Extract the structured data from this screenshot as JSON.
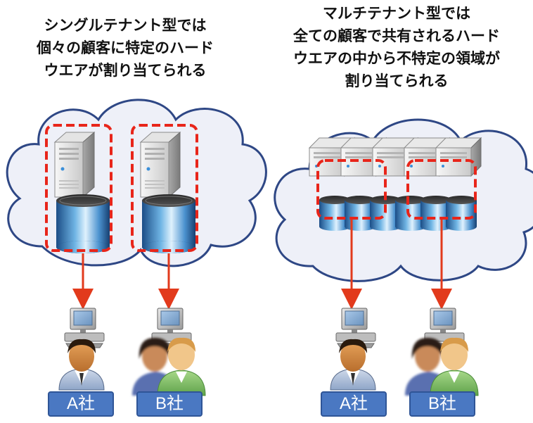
{
  "left_panel": {
    "caption": "シングルテナント型では\n個々の顧客に特定のハード\nウエアが割り当てられる",
    "tenants": [
      {
        "label": "A社"
      },
      {
        "label": "B社"
      }
    ]
  },
  "right_panel": {
    "caption": "マルチテナント型では\n全ての顧客で共有されるハード\nウエアの中から不特定の領域が\n割り当てられる",
    "tenants": [
      {
        "label": "A社"
      },
      {
        "label": "B社"
      }
    ]
  },
  "colors": {
    "cloud_fill": "#eef0f8",
    "cloud_stroke": "#2e4785",
    "dashed_highlight": "#e8251a",
    "arrow": "#e23a1c",
    "label_fill": "#4a78c2"
  }
}
